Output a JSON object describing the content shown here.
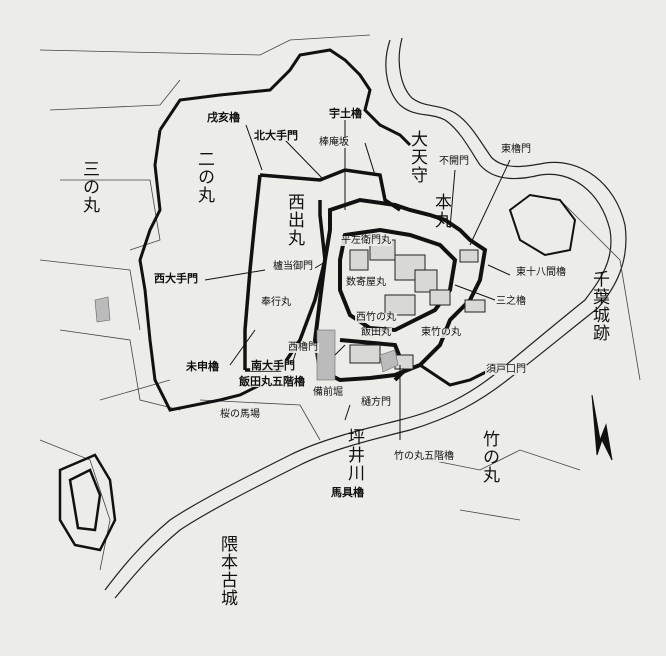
{
  "map": {
    "areas": {
      "sannomaru": "三の丸",
      "ninomaru": "二の丸",
      "nishidemaru": "西出丸",
      "honmaru": "本丸",
      "daitenshu": "大天守",
      "takenomaru": "竹の丸",
      "bugyomaru": "奉行丸",
      "sakuranobaba": "桜の馬場",
      "kumamotokojo": "隈本古城",
      "chibajoseki": "千葉城跡",
      "tsuboigawa": "坪井川"
    },
    "labels": {
      "inui_yagura": "戌亥櫓",
      "kita_otemon": "北大手門",
      "uto_yagura": "宇土櫓",
      "sukiyamaru": "棒庵坂",
      "fukaimon": "不開門",
      "higashi_yaguramon": "東櫓門",
      "hirazaemon": "平左衛門丸",
      "sukiyamaru2": "数寄屋丸",
      "higashi_juhachiken": "東十八間櫓",
      "sannoyagura": "三之櫓",
      "nishi_otemon": "西大手門",
      "todomemon": "櫨当御門",
      "nishi_takenomaru": "西竹の丸",
      "iidamaru": "飯田丸",
      "higashi_takenomaru": "東竹の丸",
      "nishi_yaguramon": "西櫓門",
      "hitsujisaru": "未申櫓",
      "minami_otemon": "南大手門",
      "iidamaru_gokai": "飯田丸五階櫓",
      "bizenbori": "備前堀",
      "sudoguchimon": "須戸口門",
      "sumikatamon": "樋方門",
      "takenomaru_gokai": "竹の丸五階櫓",
      "uma_yagura": "馬具櫓"
    }
  }
}
